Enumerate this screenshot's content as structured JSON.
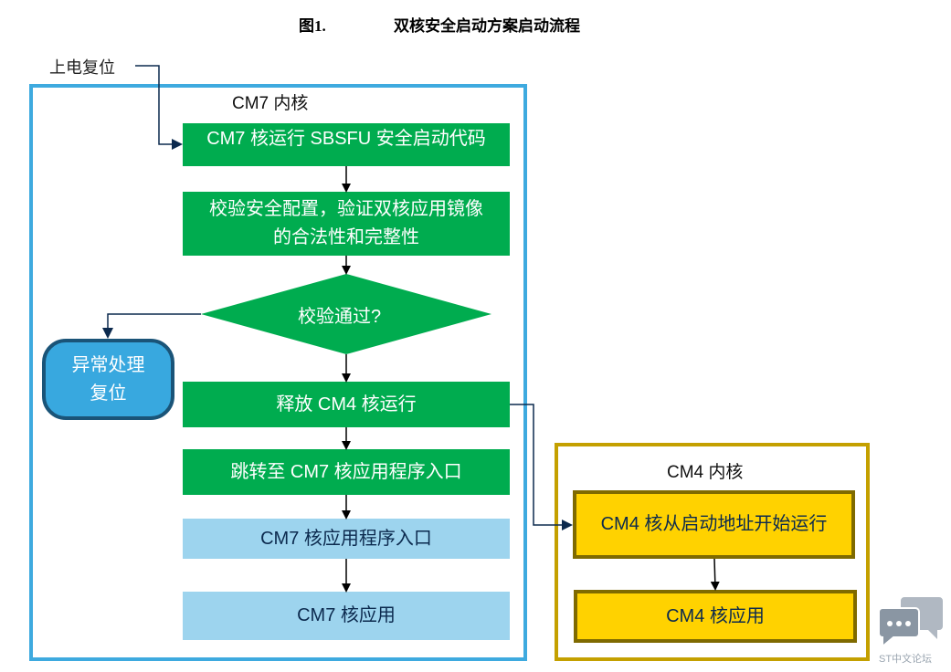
{
  "figure": {
    "number": "图1.",
    "title": "双核安全启动方案启动流程"
  },
  "power_on_reset": "上电复位",
  "cm7_core": {
    "label": "CM7 内核",
    "steps": [
      {
        "id": "run-sbsfu",
        "text": "CM7 核运行 SBSFU 安全启动代码",
        "shape": "process",
        "color": "green"
      },
      {
        "id": "verify-config",
        "text_lines": [
          "校验安全配置，验证双核应用镜像",
          "的合法性和完整性"
        ],
        "shape": "process",
        "color": "green"
      },
      {
        "id": "check-pass",
        "text": "校验通过?",
        "shape": "decision",
        "color": "green"
      },
      {
        "id": "release-cm4",
        "text": "释放 CM4 核运行",
        "shape": "process",
        "color": "green"
      },
      {
        "id": "jump-entry",
        "text": "跳转至 CM7 核应用程序入口",
        "shape": "process",
        "color": "green"
      },
      {
        "id": "cm7-entry",
        "text": "CM7 核应用程序入口",
        "shape": "process",
        "color": "lightblue"
      },
      {
        "id": "cm7-app",
        "text": "CM7 核应用",
        "shape": "process",
        "color": "lightblue"
      }
    ],
    "error_handler": {
      "text_lines": [
        "异常处理",
        "复位"
      ],
      "shape": "terminator"
    }
  },
  "cm4_core": {
    "label": "CM4 内核",
    "steps": [
      {
        "id": "cm4-start",
        "text": "CM4 核从启动地址开始运行",
        "color": "yellow"
      },
      {
        "id": "cm4-app",
        "text": "CM4 核应用",
        "color": "yellow"
      }
    ]
  },
  "edges": [
    {
      "from": "power-on-reset",
      "to": "run-sbsfu"
    },
    {
      "from": "run-sbsfu",
      "to": "verify-config"
    },
    {
      "from": "verify-config",
      "to": "check-pass"
    },
    {
      "from": "check-pass",
      "to": "error-handler",
      "branch": "fail"
    },
    {
      "from": "check-pass",
      "to": "release-cm4",
      "branch": "pass"
    },
    {
      "from": "release-cm4",
      "to": "jump-entry"
    },
    {
      "from": "release-cm4",
      "to": "cm4-start"
    },
    {
      "from": "jump-entry",
      "to": "cm7-entry"
    },
    {
      "from": "cm7-entry",
      "to": "cm7-app"
    },
    {
      "from": "cm4-start",
      "to": "cm4-app"
    }
  ],
  "colors": {
    "green": "#00ac4f",
    "lightblue": "#9dd4ee",
    "yellow": "#ffd200",
    "cm7_frame": "#3eaadf",
    "cm4_frame": "#c4a000",
    "connector": "#0c2a4e"
  },
  "watermark": {
    "icon": "chat-bubbles-icon",
    "text": "ST中文论坛"
  }
}
